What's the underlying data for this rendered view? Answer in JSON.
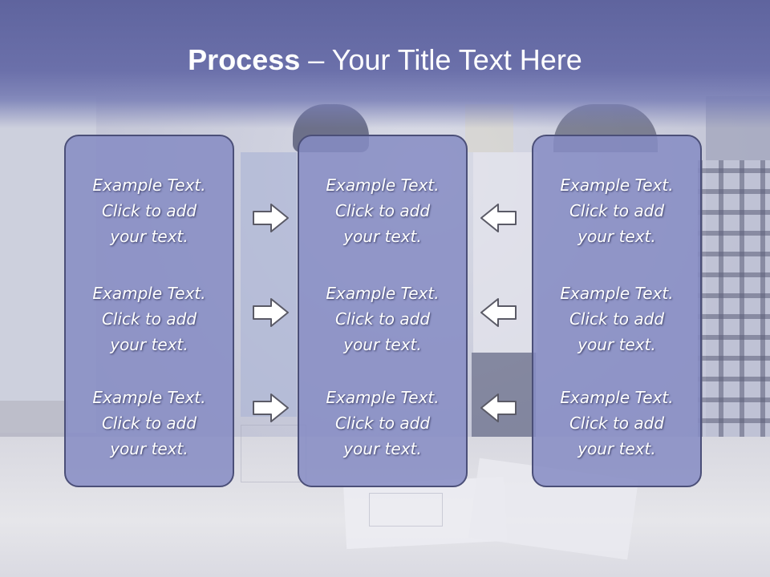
{
  "slide": {
    "title_bold": "Process",
    "title_rest": " – Your Title Text Here"
  },
  "columns": [
    {
      "position": "left",
      "items": [
        {
          "line1": "Example Text.",
          "line2": "Click  to add",
          "line3": "your text."
        },
        {
          "line1": "Example Text.",
          "line2": "Click  to add",
          "line3": "your text."
        },
        {
          "line1": "Example Text.",
          "line2": "Click  to add",
          "line3": "your text."
        }
      ]
    },
    {
      "position": "center",
      "items": [
        {
          "line1": "Example Text.",
          "line2": "Click  to add",
          "line3": "your text."
        },
        {
          "line1": "Example Text.",
          "line2": "Click  to add",
          "line3": "your text."
        },
        {
          "line1": "Example Text.",
          "line2": "Click  to add",
          "line3": "your text."
        }
      ]
    },
    {
      "position": "right",
      "items": [
        {
          "line1": "Example Text.",
          "line2": "Click  to add",
          "line3": "your text."
        },
        {
          "line1": "Example Text.",
          "line2": "Click  to add",
          "line3": "your text."
        },
        {
          "line1": "Example Text.",
          "line2": "Click  to add",
          "line3": "your text."
        }
      ]
    }
  ],
  "arrows": {
    "left_group": [
      "arrow-right-icon",
      "arrow-right-icon",
      "arrow-right-icon"
    ],
    "right_group": [
      "arrow-left-icon",
      "arrow-left-icon",
      "arrow-left-icon"
    ]
  },
  "colors": {
    "title_band": "#6b70aa",
    "box_fill": "#868cc4",
    "box_border": "#4b4f78",
    "arrow_fill": "#ffffff",
    "arrow_stroke": "#5a5a66"
  }
}
